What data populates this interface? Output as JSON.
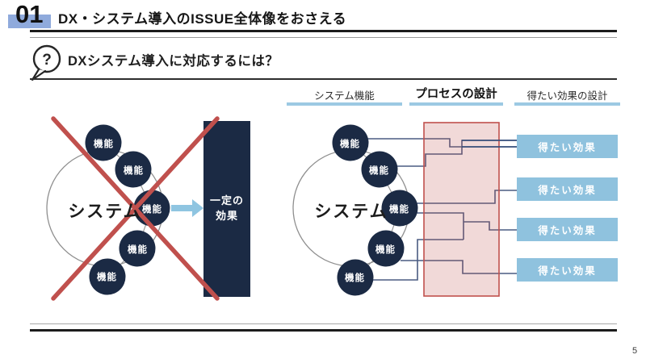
{
  "slide": {
    "section_number": "01",
    "title": "DX・システム導入のISSUE全体像をおさえる",
    "page_number": "5"
  },
  "question": {
    "icon_glyph": "?",
    "text": "DXシステム導入に対応するには？"
  },
  "columns": [
    {
      "label": "システム機能"
    },
    {
      "label": "プロセスの設計"
    },
    {
      "label": "得たい効果の設計"
    }
  ],
  "left_diagram": {
    "system_label": "システム",
    "function_label": "機能",
    "result_box_lines": [
      "一定の",
      "効果"
    ],
    "crossed_out": true
  },
  "right_diagram": {
    "system_label": "システム",
    "function_label": "機能",
    "effect_boxes": [
      "得たい効果",
      "得たい効果",
      "得たい効果",
      "得たい効果"
    ]
  },
  "colors": {
    "navy": "#1B2A44",
    "accent_red": "#C0504D",
    "effect_blue": "#8FC2DE",
    "section_number_blue": "#8FAADC",
    "underline_blue": "#9CC9E3"
  }
}
